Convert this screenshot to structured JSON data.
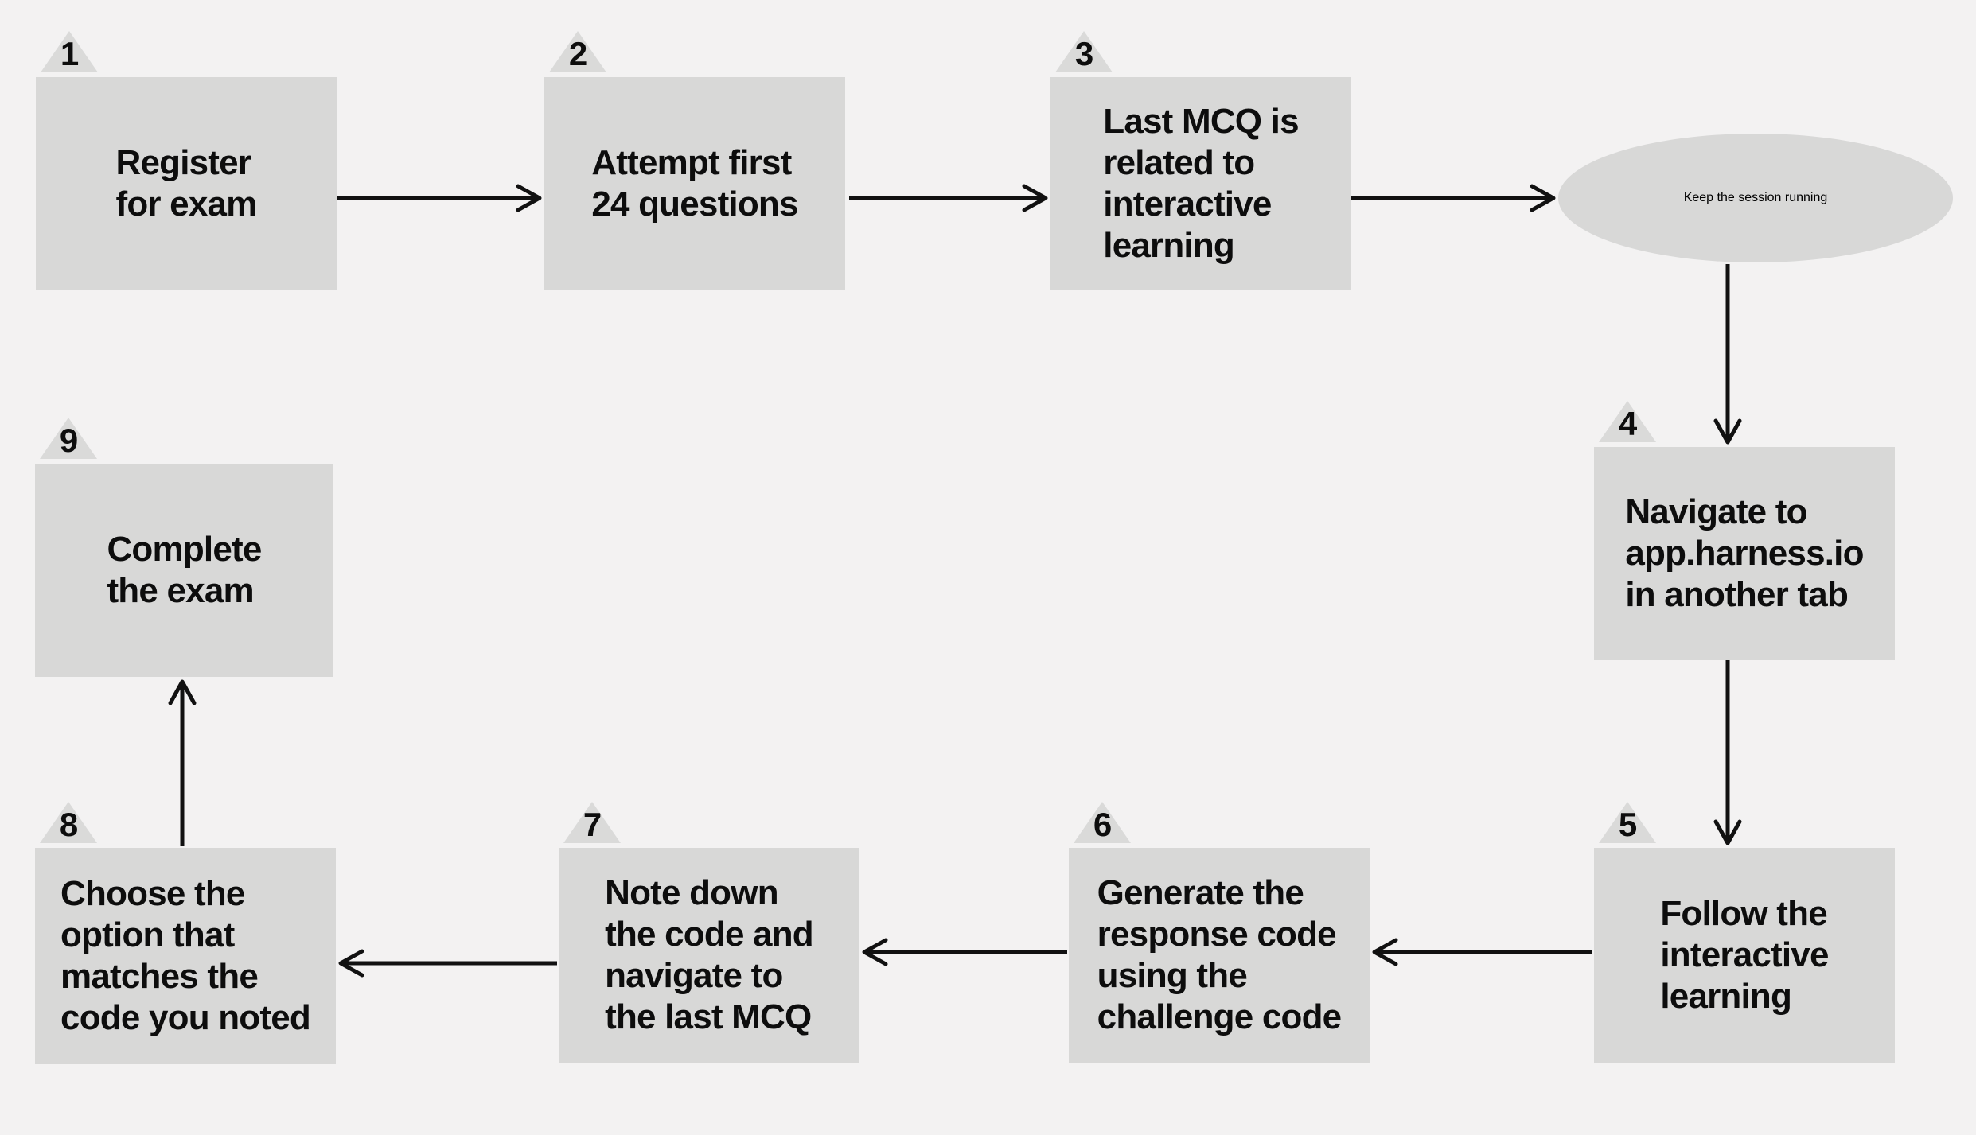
{
  "diagram": {
    "type": "flowchart",
    "colors": {
      "background": "#f3f2f2",
      "node_fill": "#d8d8d7",
      "badge_fill": "#dadad9",
      "text": "#0d0d0d",
      "arrow": "#111111"
    },
    "steps": [
      {
        "number": "1",
        "label": "Register\nfor exam"
      },
      {
        "number": "2",
        "label": "Attempt first\n24 questions"
      },
      {
        "number": "3",
        "label": "Last MCQ is\nrelated to\ninteractive\nlearning"
      },
      {
        "number": "4",
        "label": "Navigate to\napp.harness.io\nin another tab"
      },
      {
        "number": "5",
        "label": "Follow the\ninteractive\nlearning"
      },
      {
        "number": "6",
        "label": "Generate the\nresponse code\nusing the\nchallenge code"
      },
      {
        "number": "7",
        "label": "Note down\nthe code and\nnavigate to\nthe last MCQ"
      },
      {
        "number": "8",
        "label": "Choose the\noption that\nmatches the\ncode you noted"
      },
      {
        "number": "9",
        "label": "Complete\nthe exam"
      }
    ],
    "terminal": {
      "label": "Keep the session\nrunning"
    },
    "edges": [
      [
        "step-1",
        "step-2"
      ],
      [
        "step-2",
        "step-3"
      ],
      [
        "step-3",
        "terminal"
      ],
      [
        "terminal",
        "step-4"
      ],
      [
        "step-4",
        "step-5"
      ],
      [
        "step-5",
        "step-6"
      ],
      [
        "step-6",
        "step-7"
      ],
      [
        "step-7",
        "step-8"
      ],
      [
        "step-8",
        "step-9"
      ]
    ]
  }
}
